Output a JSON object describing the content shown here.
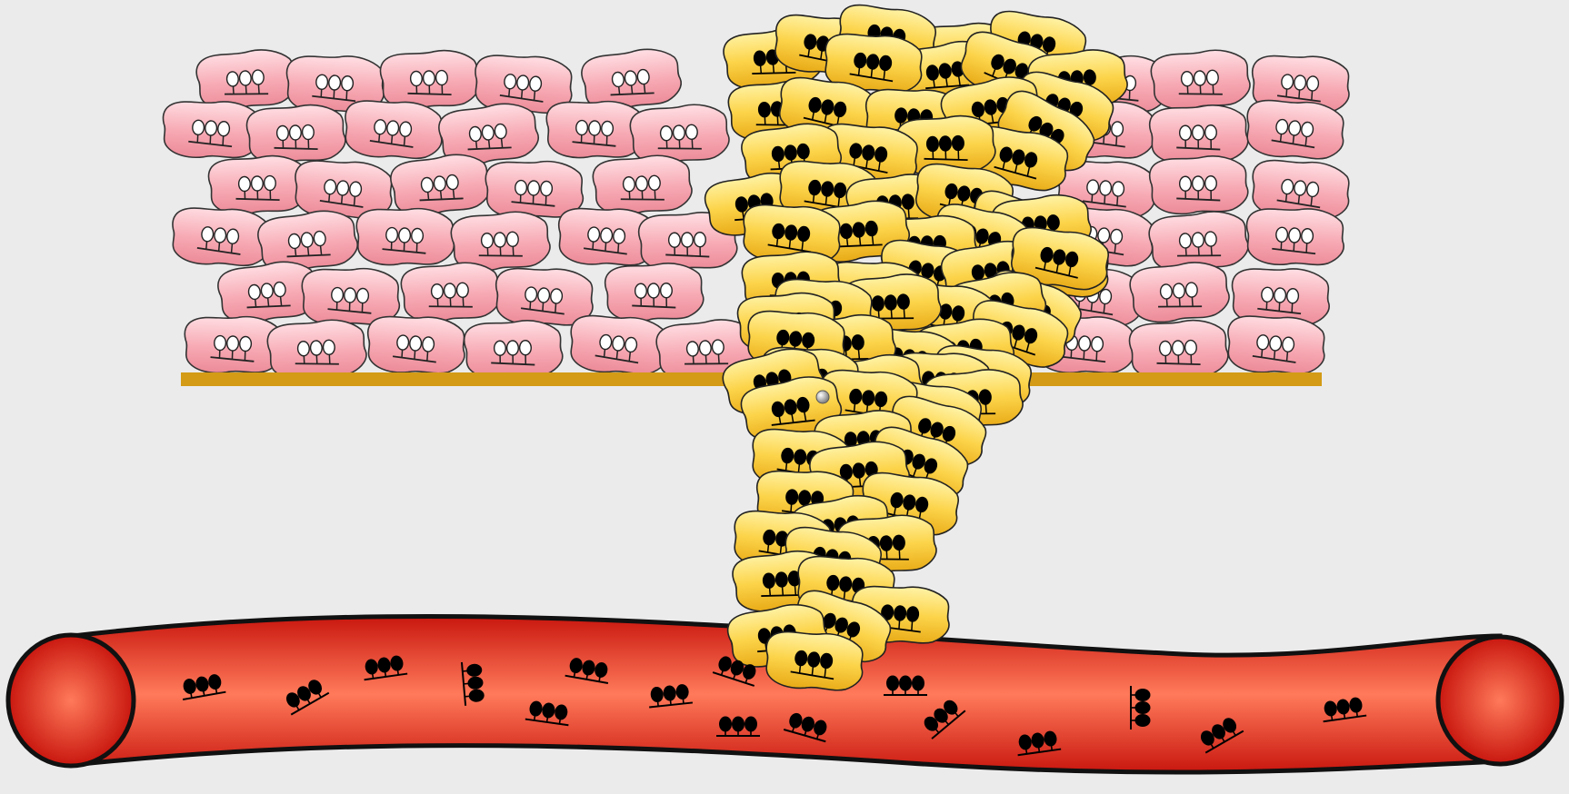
{
  "figure": {
    "background_color": "#ebebeb",
    "normal_tissue": {
      "fill_light": "#ffdfe4",
      "fill_mid": "#f7aab4",
      "fill_dark": "#ec8a98",
      "outline": "#333333",
      "marker_style": "hollow"
    },
    "tumor_cells": {
      "fill_light": "#fff3a6",
      "fill_mid": "#fcd44a",
      "fill_dark": "#e8aa16",
      "outline": "#222222",
      "marker_style": "solid"
    },
    "basement_membrane": {
      "color": "#d39b16"
    },
    "blood_vessel": {
      "color_light": "#ff7a5a",
      "color_dark": "#c9170f",
      "outline": "#111111"
    },
    "circulating_markers": {
      "color": "#000000",
      "marker_style": "solid"
    }
  }
}
